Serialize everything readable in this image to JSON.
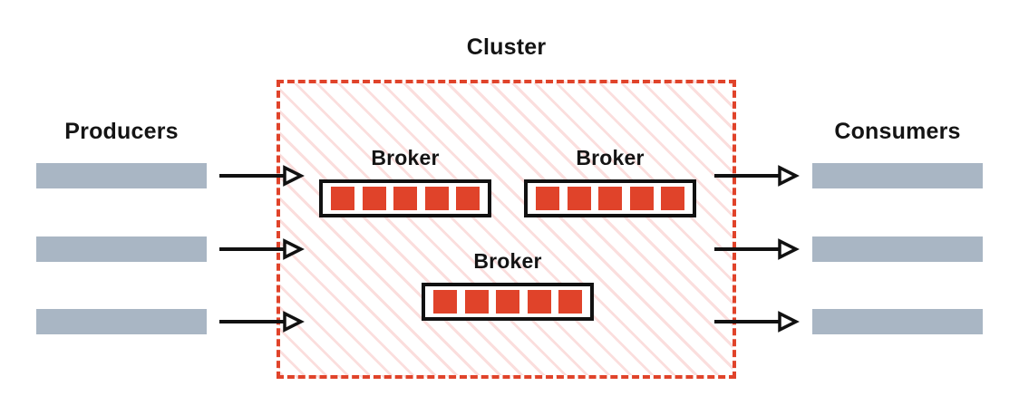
{
  "diagram": {
    "title": "Cluster",
    "colors": {
      "accent_red": "#e0432a",
      "hatch_pink": "#fbdedd",
      "bar_blue_gray": "#a9b6c4",
      "outline_black": "#111111",
      "background": "#ffffff"
    },
    "left_section": {
      "label": "Producers",
      "bars": [
        {
          "name": "producer-bar-1"
        },
        {
          "name": "producer-bar-2"
        },
        {
          "name": "producer-bar-3"
        }
      ]
    },
    "right_section": {
      "label": "Consumers",
      "bars": [
        {
          "name": "consumer-bar-1"
        },
        {
          "name": "consumer-bar-2"
        },
        {
          "name": "consumer-bar-3"
        }
      ]
    },
    "cluster": {
      "label": "Cluster",
      "brokers": [
        {
          "label": "Broker",
          "partitions": 5
        },
        {
          "label": "Broker",
          "partitions": 5
        },
        {
          "label": "Broker",
          "partitions": 5
        }
      ]
    },
    "arrows": {
      "inbound_count": 3,
      "outbound_count": 3,
      "head_style": "hollow-triangle"
    }
  }
}
